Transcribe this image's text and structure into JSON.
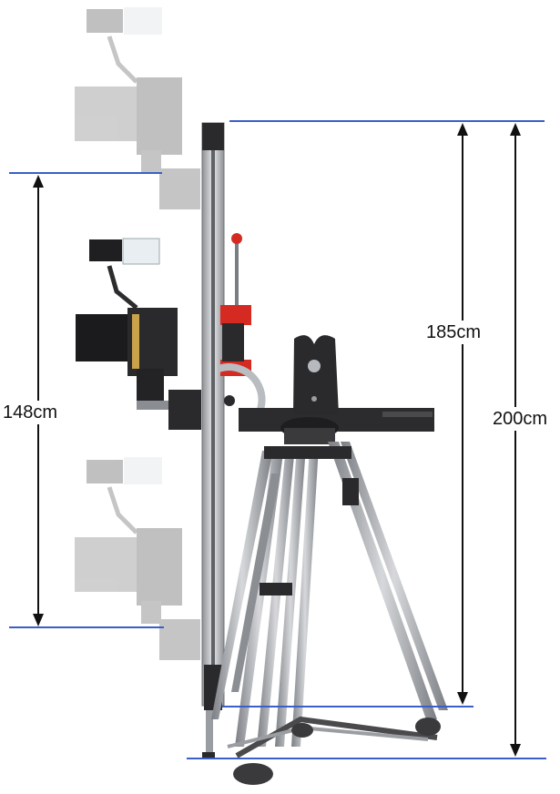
{
  "measurements": {
    "min_height": {
      "label": "148cm"
    },
    "column_height": {
      "label": "185cm"
    },
    "max_height": {
      "label": "200cm"
    }
  },
  "colors": {
    "guide_line": "#3a5fc8",
    "arrow": "#111111",
    "rail": "#b9bcc0",
    "tripod_leg": "#9a9da2",
    "dark_metal": "#2a2a2c",
    "accent_red": "#d42a22"
  },
  "subject": {
    "product": "camera jib/slider column on tripod",
    "ghost_positions": [
      "top",
      "bottom"
    ]
  }
}
